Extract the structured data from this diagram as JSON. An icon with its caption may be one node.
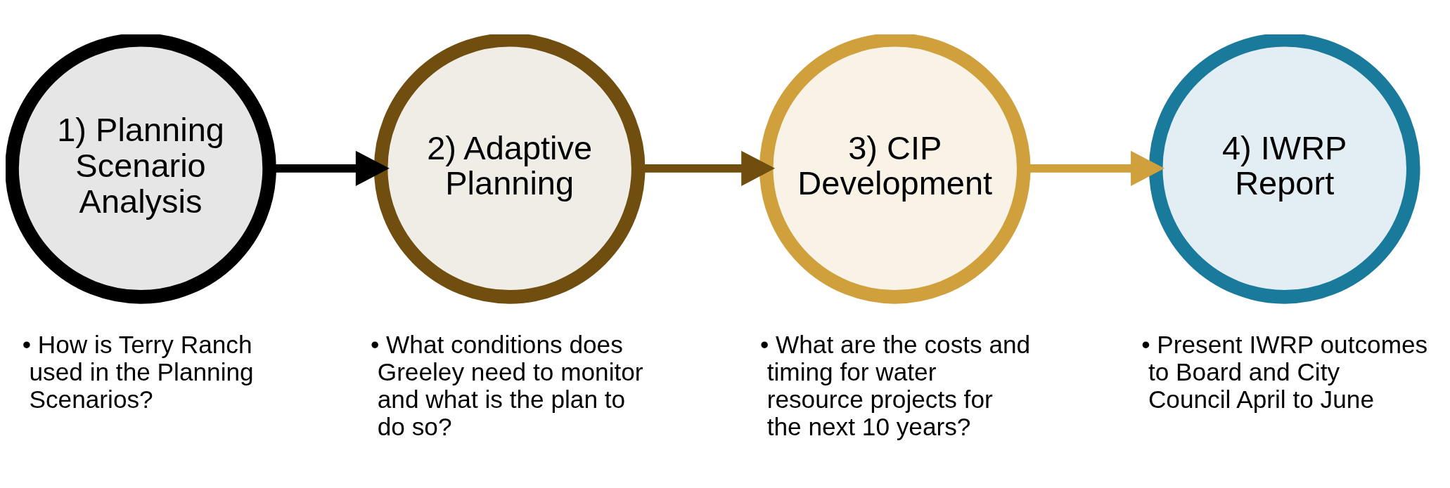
{
  "diagram": {
    "nodes": [
      {
        "text": [
          "1) Planning Scenario Analysis"
        ],
        "beside": [
          "• How is Terry Ranch used in the Planning Scenarios?"
        ]
      },
      {
        "text": [
          "2) Adaptive Planning"
        ],
        "beside": [
          "• What conditions does Greeley need to monitor and what is the plan to do so?"
        ]
      },
      {
        "text": [
          "3) CIP Development"
        ],
        "beside": [
          "• What are the costs and timing for water resource projects for the next 10 years?"
        ]
      },
      {
        "text": [
          "4) IWRP Report"
        ],
        "beside": [
          "• Present IWRP outcomes to Board and City Council April to June"
        ]
      }
    ],
    "edges": [
      {
        "from": 0,
        "to": 1,
        "arrow": "to",
        "color": "#000000"
      },
      {
        "from": 1,
        "to": 2,
        "arrow": "to",
        "color": "#6f4e0f"
      },
      {
        "from": 2,
        "to": 3,
        "arrow": "to",
        "color": "#d0a03c"
      }
    ]
  }
}
